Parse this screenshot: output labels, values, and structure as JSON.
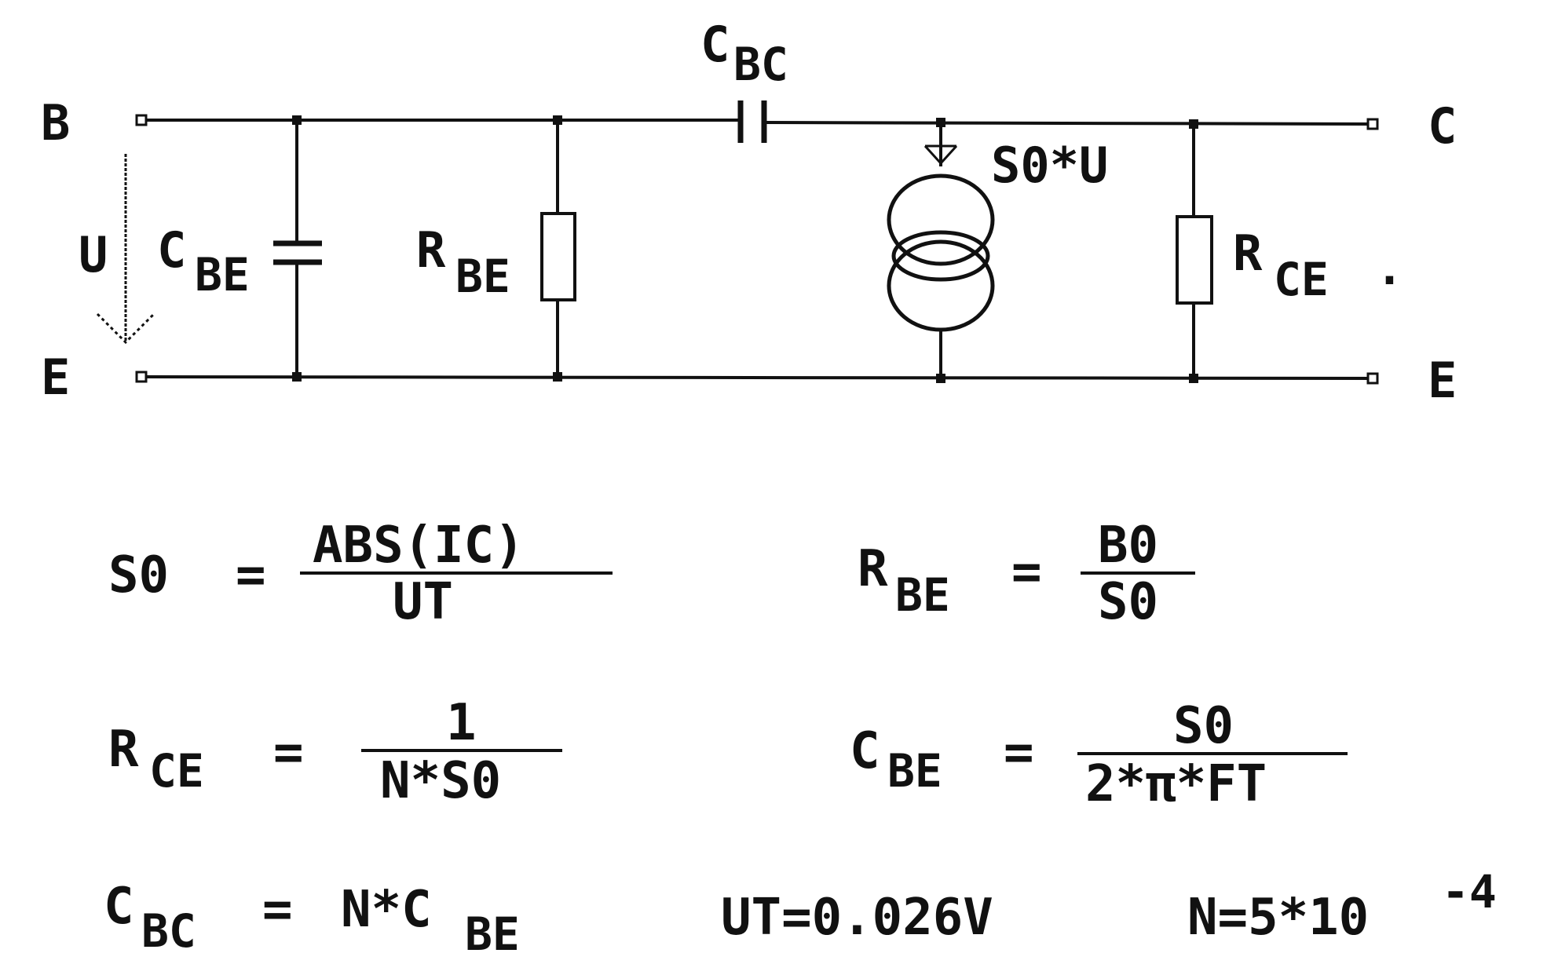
{
  "circuit": {
    "nodes": {
      "base": "B",
      "collector": "C",
      "emitter_left": "E",
      "emitter_right": "E"
    },
    "voltage_label": "U",
    "components": {
      "cbe": {
        "main": "C",
        "sub": "BE"
      },
      "rbe": {
        "main": "R",
        "sub": "BE"
      },
      "cbc": {
        "main": "C",
        "sub": "BC"
      },
      "source": {
        "label": "S0*U"
      },
      "rce": {
        "main": "R",
        "sub": "CE"
      }
    }
  },
  "formulas": {
    "s0": {
      "lhs": "S0",
      "eq": "=",
      "num": "ABS(IC)",
      "den": "UT"
    },
    "rbe": {
      "lhs_main": "R",
      "lhs_sub": "BE",
      "eq": "=",
      "num": "B0",
      "den": "S0"
    },
    "rce": {
      "lhs_main": "R",
      "lhs_sub": "CE",
      "eq": "=",
      "num": "1",
      "den": "N*S0"
    },
    "cbe": {
      "lhs_main": "C",
      "lhs_sub": "BE",
      "eq": "=",
      "num": "S0",
      "den": "2*π*FT"
    },
    "cbc": {
      "lhs_main": "C",
      "lhs_sub": "BC",
      "eq": "=",
      "rhs_main": "N*C",
      "rhs_sub": "BE"
    },
    "ut": "UT=0.026V",
    "n": {
      "base": "N=5*10",
      "exp": "-4"
    }
  }
}
